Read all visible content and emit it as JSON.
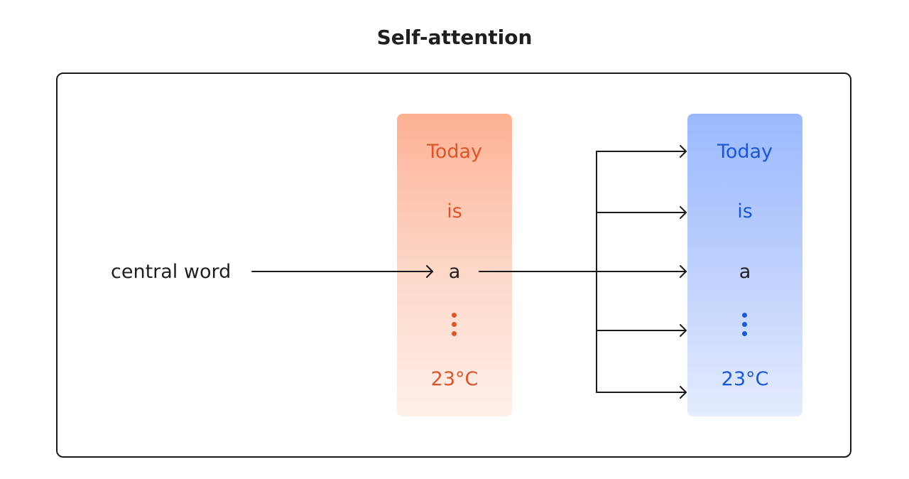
{
  "title": "Self-attention",
  "left_label": "central word",
  "query_column": {
    "words": [
      "Today",
      "is",
      "a",
      "23°C"
    ],
    "highlighted": "a",
    "color": "#d9562a",
    "gradient": [
      "#fdb194",
      "#fef0ea"
    ]
  },
  "key_column": {
    "words": [
      "Today",
      "is",
      "a",
      "23°C"
    ],
    "color": "#1b57d6",
    "gradient": [
      "#9ab9fd",
      "#e4ecfe"
    ]
  },
  "colors": {
    "text": "#1f1f1f",
    "arrow": "#1a1a1a",
    "frame": "#1a1a1a"
  }
}
